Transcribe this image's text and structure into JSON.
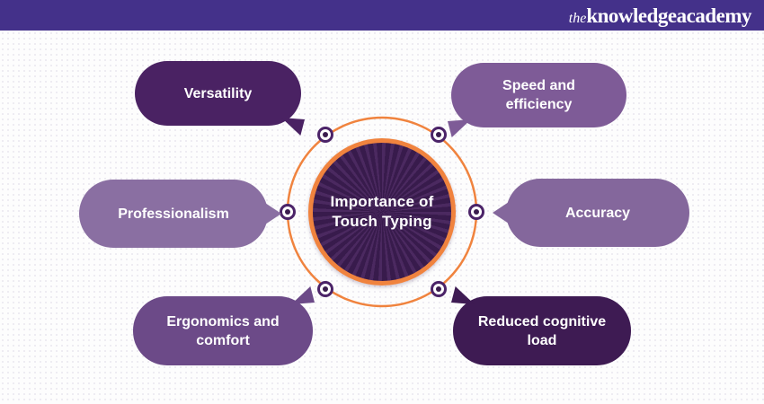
{
  "header": {
    "background_color": "#44318a",
    "logo": {
      "prefix": "the",
      "word1": "knowledge",
      "word2": "academy",
      "text_color": "#ffffff"
    }
  },
  "center": {
    "line1": "Importance of",
    "line2": "Touch Typing",
    "fill_color": "#3a1c4e",
    "ray_color": "#4b2960",
    "border_color": "#f0833e"
  },
  "ring": {
    "color": "#f0833e"
  },
  "node": {
    "ring_color": "#4b2368",
    "dot_color": "#3a1c4e",
    "fill_color": "#ffffff"
  },
  "bubbles": [
    {
      "id": "versatility",
      "label": "Versatility",
      "color": "#4a2263",
      "position": "top-left"
    },
    {
      "id": "speed",
      "label": "Speed and efficiency",
      "color": "#7e5b97",
      "position": "top-right"
    },
    {
      "id": "professionalism",
      "label": "Professionalism",
      "color": "#8a6fa2",
      "position": "middle-left"
    },
    {
      "id": "accuracy",
      "label": "Accuracy",
      "color": "#84679c",
      "position": "middle-right"
    },
    {
      "id": "ergonomics",
      "label": "Ergonomics and comfort",
      "color": "#6c4a88",
      "position": "bottom-left"
    },
    {
      "id": "reduced",
      "label": "Reduced cognitive load",
      "color": "#3e1b53",
      "position": "bottom-right"
    }
  ]
}
